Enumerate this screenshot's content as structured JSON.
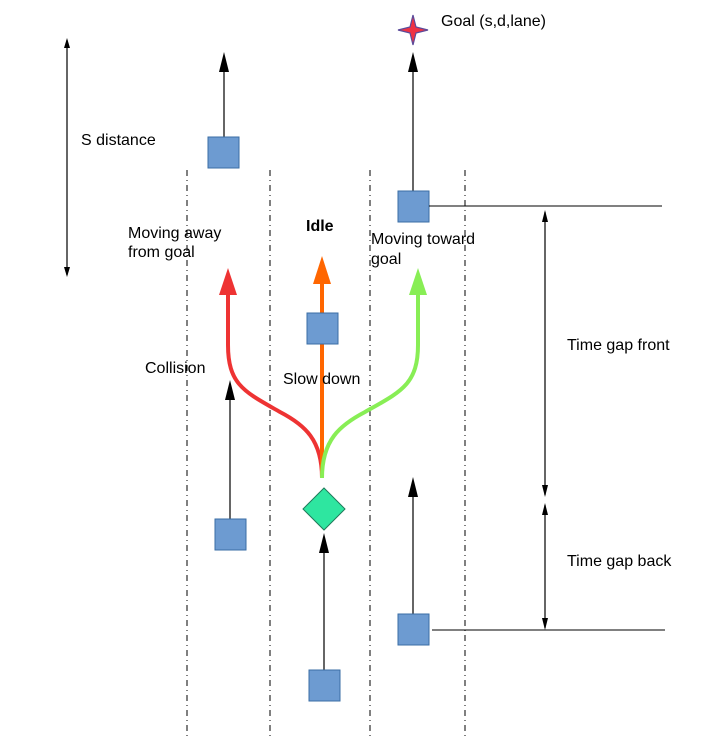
{
  "labels": {
    "goal": "Goal (s,d,lane)",
    "s_distance": "S distance",
    "moving_away_line1": "Moving away",
    "moving_away_line2": "from goal",
    "idle": "Idle",
    "moving_toward_line1": "Moving toward",
    "moving_toward_line2": "goal",
    "collision": "Collision",
    "slow_down": "Slow down",
    "time_gap_front": "Time gap front",
    "time_gap_back": "Time gap back"
  },
  "colors": {
    "car_fill": "#6d9bd1",
    "ego_fill": "#2ee6a0",
    "away_path": "#ee3333",
    "idle_path": "#ff6600",
    "toward_path": "#88ee55",
    "goal_star": "#ee3344",
    "arrows": "#000000"
  },
  "icons": {
    "goal": "goal-star-icon",
    "ego": "ego-vehicle-diamond-icon",
    "vehicle": "vehicle-square-icon"
  }
}
